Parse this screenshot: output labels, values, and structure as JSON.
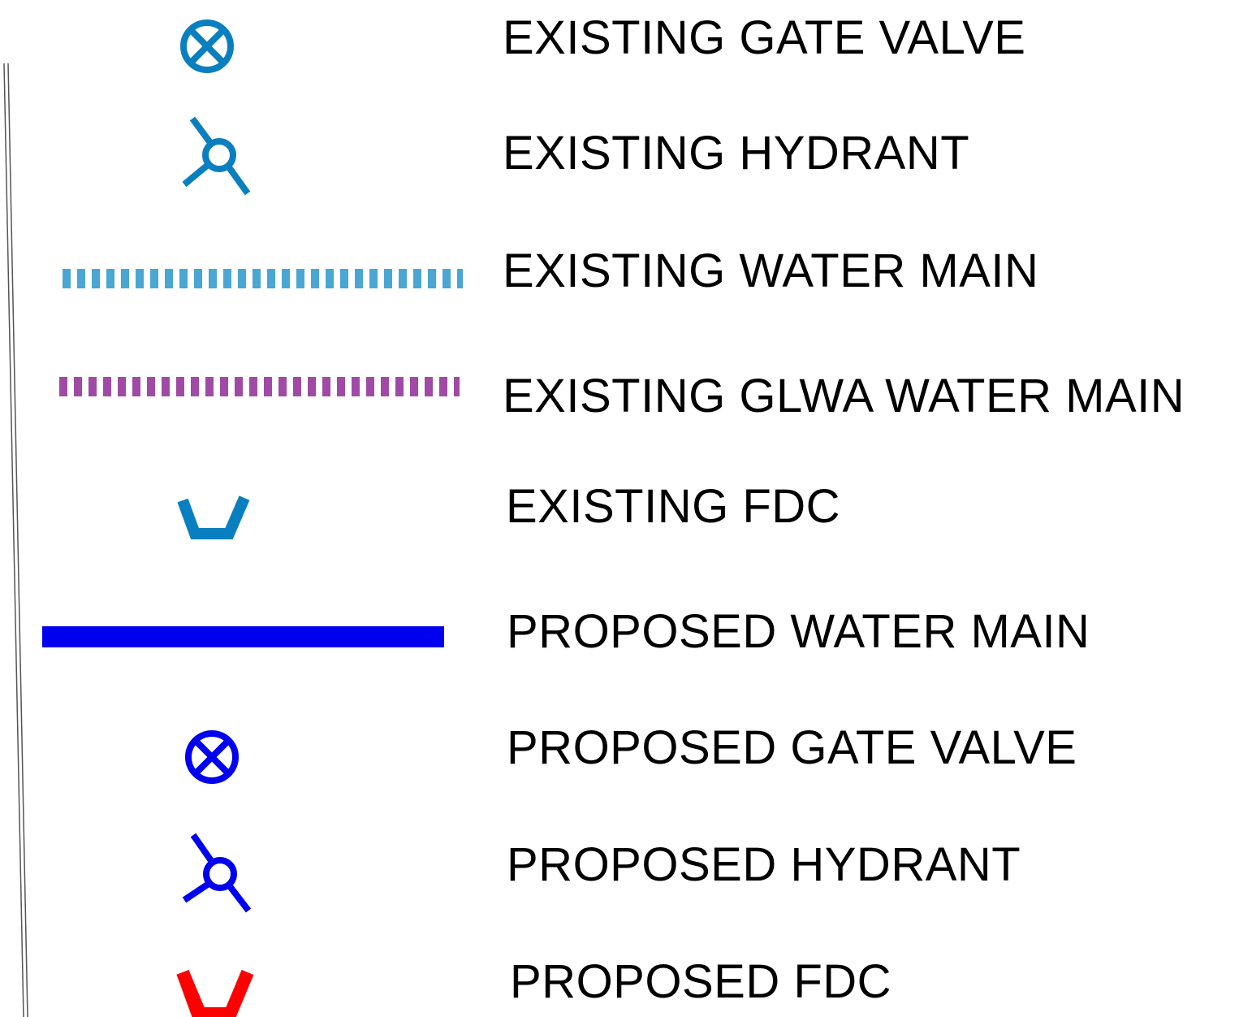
{
  "colors": {
    "existing_symbol": "#0a7fc0",
    "existing_water_main": "#4aa6d2",
    "existing_glwa_water_main": "#a04aa6",
    "proposed_blue": "#0000ee",
    "proposed_fdc": "#ff0000",
    "text": "#000000",
    "border_line": "#555555"
  },
  "legend": {
    "items": [
      {
        "label": "EXISTING GATE VALVE",
        "symbol": "gate-valve-icon",
        "color": "#0a7fc0"
      },
      {
        "label": "EXISTING HYDRANT",
        "symbol": "hydrant-icon",
        "color": "#0a7fc0"
      },
      {
        "label": "EXISTING WATER MAIN",
        "symbol": "dashed-line",
        "color": "#4aa6d2"
      },
      {
        "label": "EXISTING GLWA WATER MAIN",
        "symbol": "dashed-line",
        "color": "#a04aa6"
      },
      {
        "label": "EXISTING FDC",
        "symbol": "fdc-icon",
        "color": "#0a7fc0"
      },
      {
        "label": "PROPOSED WATER MAIN",
        "symbol": "solid-line",
        "color": "#0000ee"
      },
      {
        "label": "PROPOSED GATE VALVE",
        "symbol": "gate-valve-icon",
        "color": "#0000ee"
      },
      {
        "label": "PROPOSED HYDRANT",
        "symbol": "hydrant-icon",
        "color": "#0000ee"
      },
      {
        "label": "PROPOSED FDC",
        "symbol": "fdc-icon",
        "color": "#ff0000"
      }
    ]
  }
}
